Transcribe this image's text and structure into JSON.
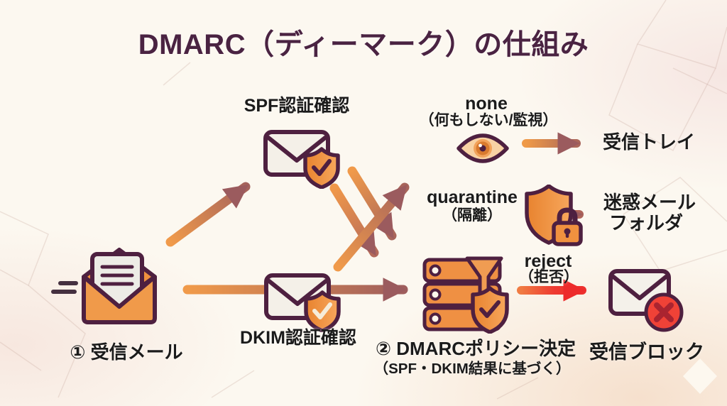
{
  "title": "DMARC（ディーマーク）の仕組み",
  "flow": {
    "step1": {
      "label": "① 受信メール"
    },
    "spf": {
      "label": "SPF認証確認"
    },
    "dkim": {
      "label": "DKIM認証確認"
    },
    "step2": {
      "label": "② DMARCポリシー決定",
      "note": "（SPF・DKIM結果に基づく）"
    }
  },
  "policies": {
    "none": {
      "name": "none",
      "note": "（何もしない/監視）",
      "result": "受信トレイ"
    },
    "quarantine": {
      "name": "quarantine",
      "note": "（隔離）",
      "result_line1": "迷惑メール",
      "result_line2": "フォルダ"
    },
    "reject": {
      "name": "reject",
      "note": "（拒否）",
      "result": "受信ブロック"
    }
  },
  "icons": {
    "step1": "open-envelope-icon",
    "spf": "envelope-shield-check-icon",
    "dkim": "envelope-shield-check-icon",
    "step2": "server-filter-shield-icon",
    "none": "eye-icon",
    "quarantine": "shield-lock-icon",
    "reject": "envelope-blocked-icon"
  },
  "colors": {
    "background": "#fcf8f0",
    "title": "#4a2342",
    "text": "#1b1b1b",
    "orange": "#ef9043",
    "outline": "#4e2040",
    "arrow_orange": "#f09a4a",
    "arrow_mauve": "#9b5b5e",
    "reject_red": "#ed2f2d"
  }
}
